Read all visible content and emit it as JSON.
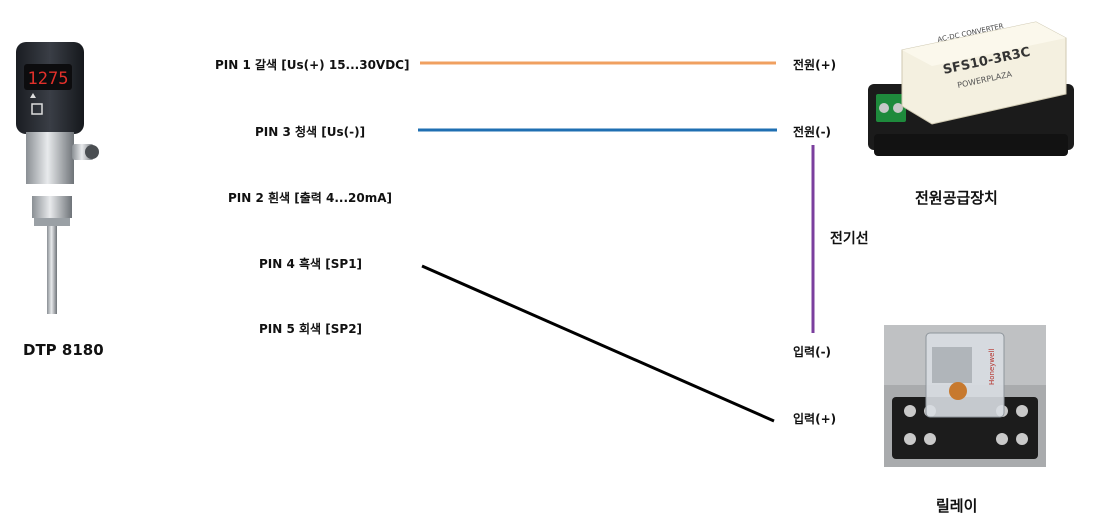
{
  "sensor": {
    "caption": "DTP 8180",
    "display_digits": "1275"
  },
  "pins": [
    {
      "label": "PIN 1 갈색 [Us(+) 15...30VDC]"
    },
    {
      "label": "PIN 3 청색 [Us(-)]"
    },
    {
      "label": "PIN 2 흰색 [출력 4...20mA]"
    },
    {
      "label": "PIN 4 흑색 [SP1]"
    },
    {
      "label": "PIN 5 회색 [SP2]"
    }
  ],
  "terminals": {
    "power_plus": "전원(+)",
    "power_minus": "전원(-)",
    "input_minus": "입력(-)",
    "input_plus": "입력(+)"
  },
  "power_supply": {
    "caption": "전원공급장치",
    "model": "SFS10-3R3C",
    "brand": "POWERPLAZA",
    "subtitle": "AC-DC CONVERTER"
  },
  "relay": {
    "caption": "릴레이",
    "brand": "Honeywell"
  },
  "jumper_caption": "전기선",
  "colors": {
    "wire_brown": "#f0a060",
    "wire_blue": "#1f6fb2",
    "wire_black": "#000000",
    "wire_purple": "#7b3f9e"
  }
}
